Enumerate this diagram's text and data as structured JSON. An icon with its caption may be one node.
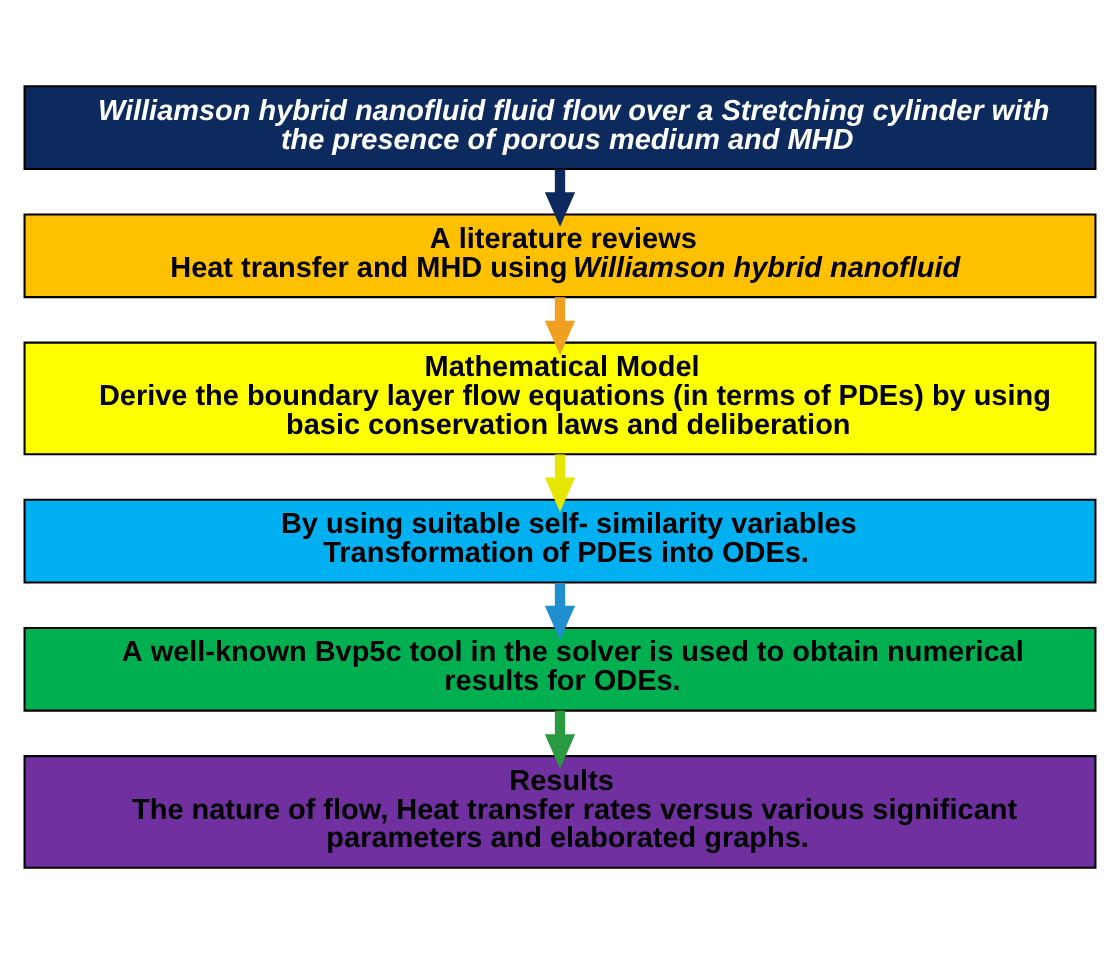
{
  "diagram": {
    "nodes": [
      {
        "text": [
          "Williamson hybrid nanofluid fluid flow over a Stretching cylinder with the presence of porous medium and MHD"
        ]
      },
      {
        "text": [
          "A literature reviews",
          "Heat transfer and MHD using *Williamson hybrid nanofluid*"
        ]
      },
      {
        "text": [
          "Mathematical Model",
          "Derive the boundary layer flow equations (in terms of PDEs) by using basic conservation laws and deliberation"
        ]
      },
      {
        "text": [
          "By using suitable self- similarity variables",
          "Transformation of PDEs into ODEs."
        ]
      },
      {
        "text": [
          "A well-known Bvp5c tool in the solver is used to obtain numerical results for ODEs."
        ]
      },
      {
        "text": [
          "Results",
          "The nature of flow, Heat transfer rates versus various significant parameters and elaborated graphs."
        ]
      }
    ],
    "edges": [
      {
        "from": 0,
        "to": 1,
        "arrow": "to",
        "color": "#0d2a5e"
      },
      {
        "from": 1,
        "to": 2,
        "arrow": "to",
        "color": "#f0a020"
      },
      {
        "from": 2,
        "to": 3,
        "arrow": "to",
        "color": "#e6e600"
      },
      {
        "from": 3,
        "to": 4,
        "arrow": "to",
        "color": "#1f8fd0"
      },
      {
        "from": 4,
        "to": 5,
        "arrow": "to",
        "color": "#2a9a40"
      }
    ]
  }
}
